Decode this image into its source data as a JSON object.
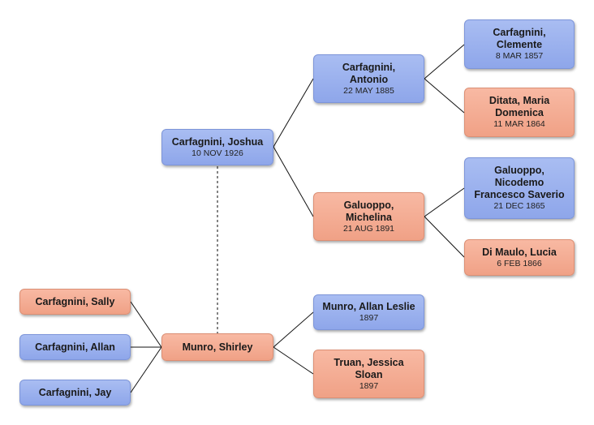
{
  "people": {
    "joshua": {
      "name": "Carfagnini, Joshua",
      "date": "10 NOV 1926",
      "gender": "male"
    },
    "antonio": {
      "name": "Carfagnini, Antonio",
      "date": "22 MAY 1885",
      "gender": "male"
    },
    "clemente": {
      "name": "Carfagnini, Clemente",
      "date": "8 MAR 1857",
      "gender": "male"
    },
    "maria": {
      "name": "Ditata, Maria Domenica",
      "date": "11 MAR 1864",
      "gender": "female"
    },
    "michelina": {
      "name": "Galuoppo, Michelina",
      "date": "21 AUG 1891",
      "gender": "female"
    },
    "nicodemo": {
      "name": "Galuoppo, Nicodemo Francesco Saverio",
      "date": "21 DEC 1865",
      "gender": "male"
    },
    "lucia": {
      "name": "Di Maulo, Lucia",
      "date": "6 FEB 1866",
      "gender": "female"
    },
    "sally": {
      "name": "Carfagnini, Sally",
      "date": "",
      "gender": "female"
    },
    "allan": {
      "name": "Carfagnini, Allan",
      "date": "",
      "gender": "male"
    },
    "jay": {
      "name": "Carfagnini, Jay",
      "date": "",
      "gender": "male"
    },
    "shirley": {
      "name": "Munro, Shirley",
      "date": "",
      "gender": "female"
    },
    "allan_leslie": {
      "name": "Munro, Allan Leslie",
      "date": "1897",
      "gender": "male"
    },
    "jessica": {
      "name": "Truan, Jessica Sloan",
      "date": "1897",
      "gender": "female"
    }
  },
  "relations": [
    {
      "child": "joshua",
      "parents": [
        "antonio",
        "michelina"
      ]
    },
    {
      "child": "antonio",
      "parents": [
        "clemente",
        "maria"
      ]
    },
    {
      "child": "michelina",
      "parents": [
        "nicodemo",
        "lucia"
      ]
    },
    {
      "child": "shirley",
      "parents": [
        "allan_leslie",
        "jessica"
      ]
    },
    {
      "parent": "shirley",
      "children": [
        "sally",
        "allan",
        "jay"
      ]
    },
    {
      "spouses": [
        "joshua",
        "shirley"
      ],
      "style": "dashed"
    }
  ],
  "colors": {
    "male": "#9ab0ee",
    "female": "#f4ac93",
    "line": "#111111"
  }
}
